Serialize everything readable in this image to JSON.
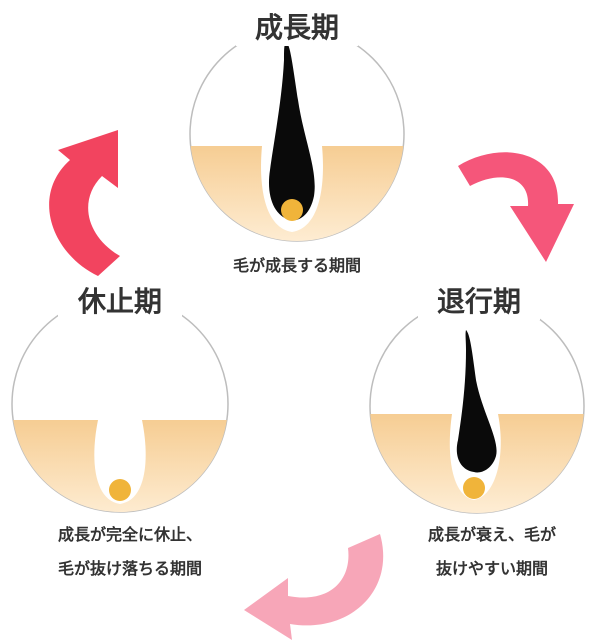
{
  "colors": {
    "circle_outline": "#bdbdbd",
    "skin_top": "#f6cd93",
    "skin_bottom": "#fde9cc",
    "hair": "#0a0a0a",
    "bulb": "#f0b43a",
    "arrow_red": "#f2445f",
    "arrow_pink": "#f5567a",
    "arrow_light": "#f7a6b8",
    "text": "#333333"
  },
  "stages": {
    "growth": {
      "title": "成長期",
      "caption": "毛が成長する期間"
    },
    "regression": {
      "title": "退行期",
      "caption_lines": [
        "成長が衰え、毛が",
        "抜けやすい期間"
      ]
    },
    "rest": {
      "title": "休止期",
      "caption_lines": [
        "成長が完全に休止、",
        "毛が抜け落ちる期間"
      ]
    }
  },
  "arrows": {
    "top_right": "arrow-icon",
    "bottom": "arrow-icon",
    "top_left": "arrow-icon"
  }
}
